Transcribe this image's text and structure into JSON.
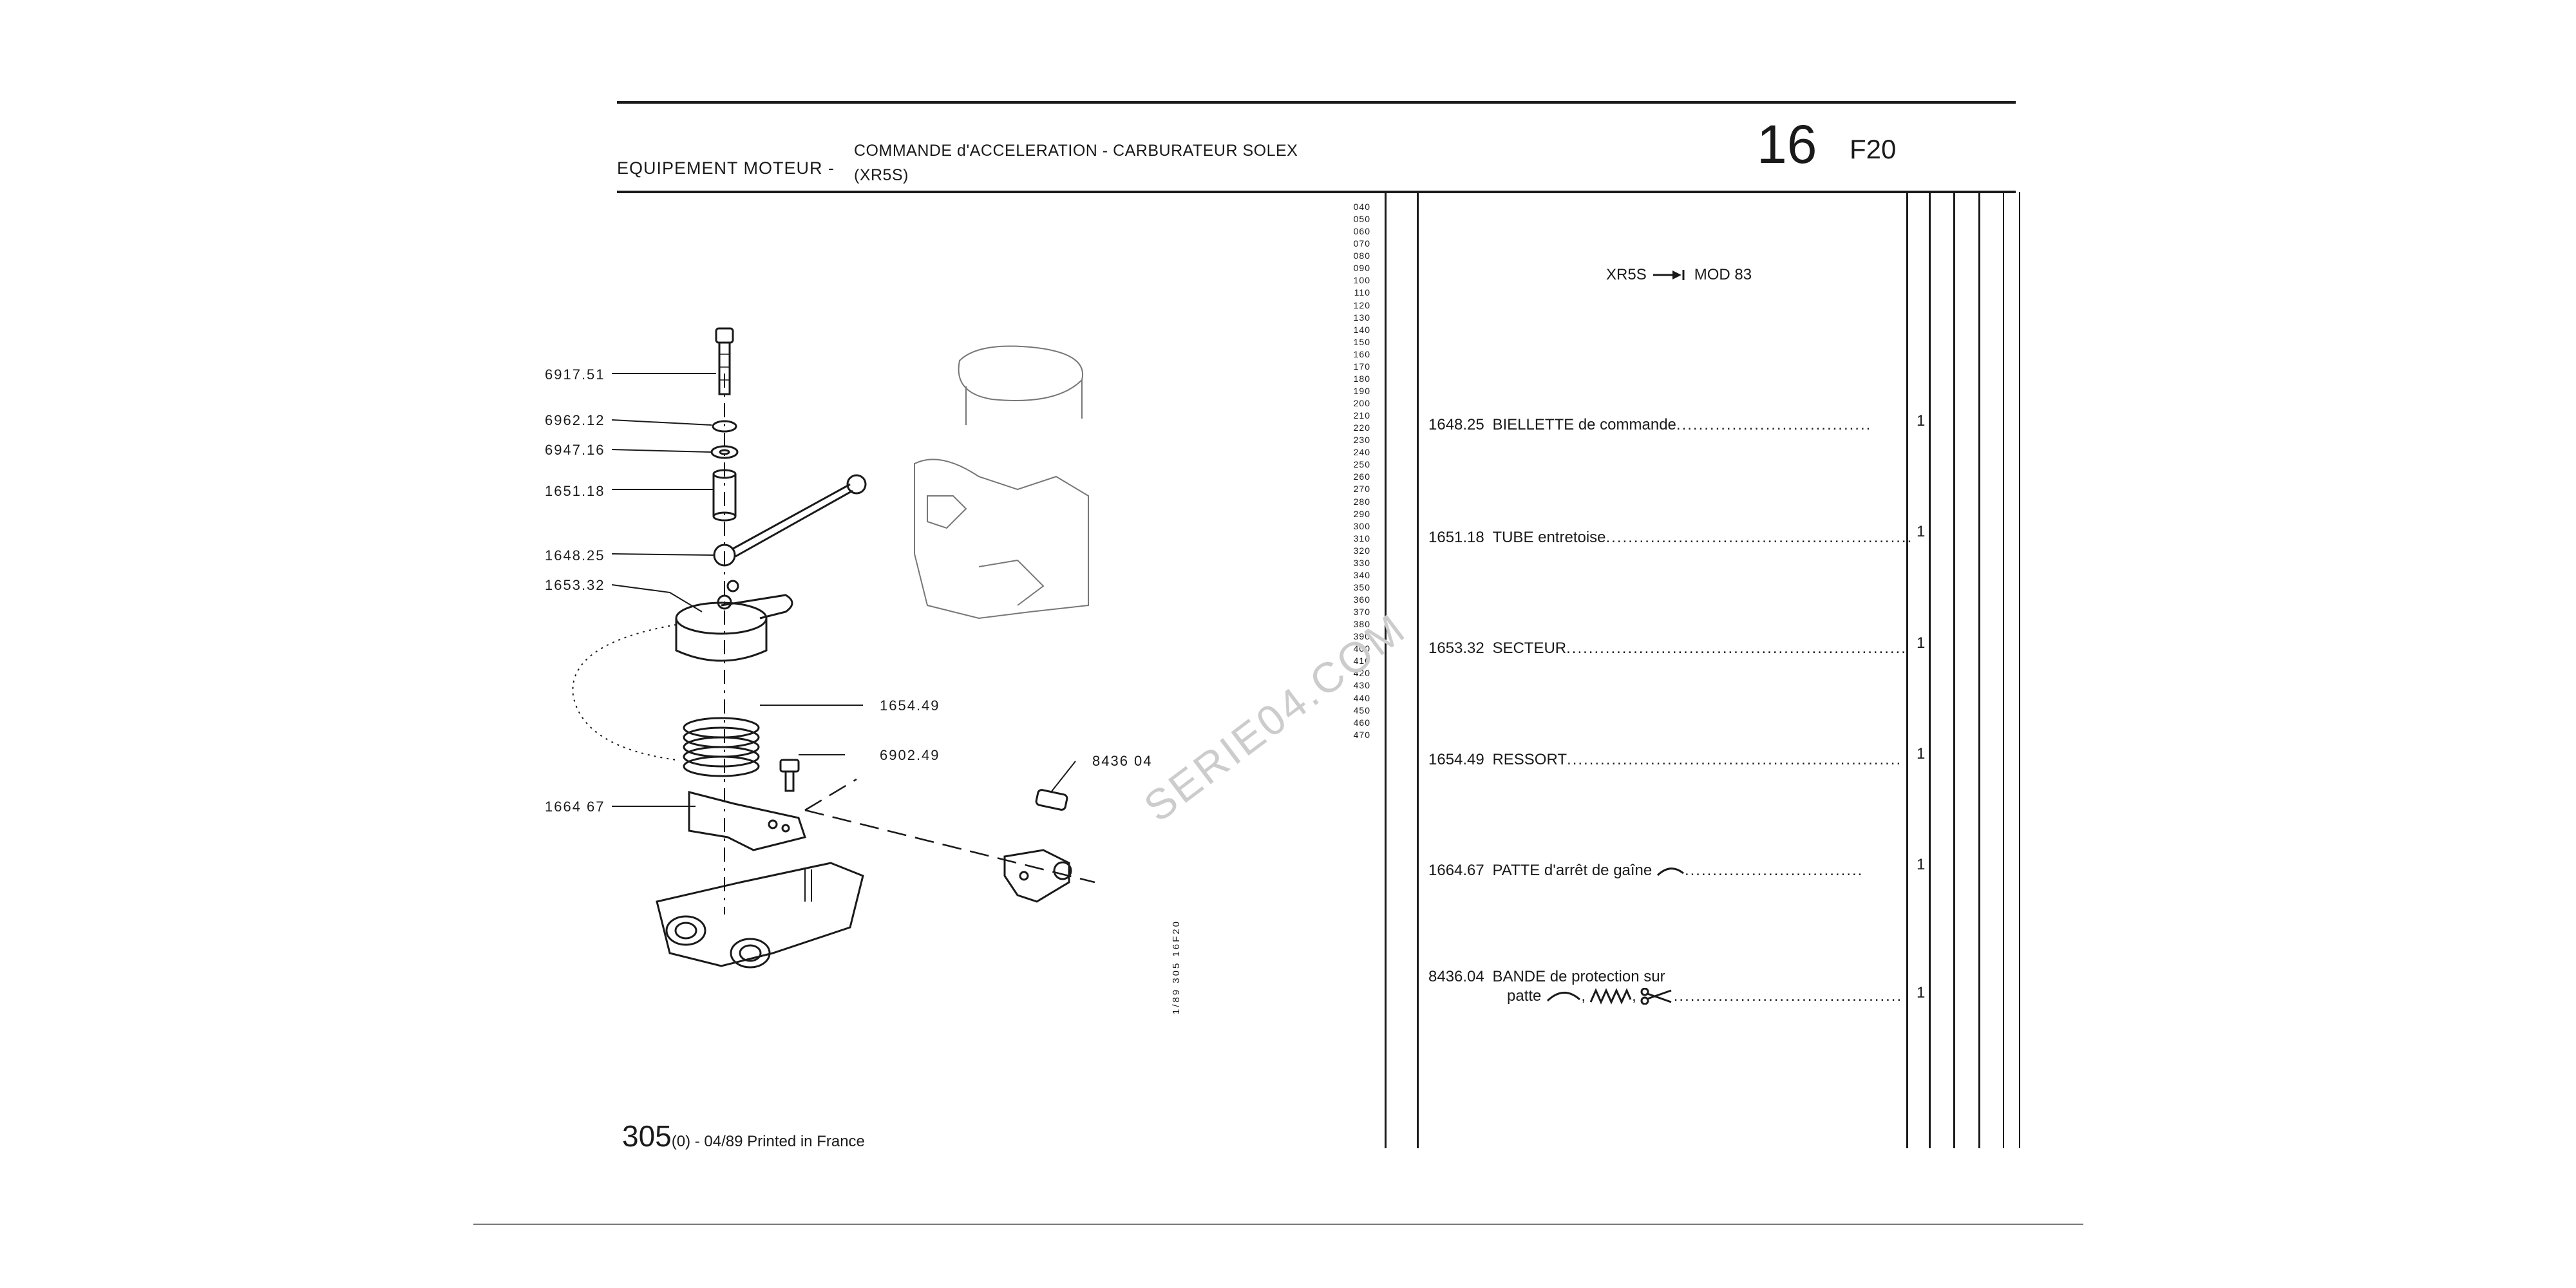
{
  "header": {
    "section": "EQUIPEMENT MOTEUR -",
    "subtitle_line1": "COMMANDE d'ACCELERATION - CARBURATEUR SOLEX",
    "subtitle_line2": "(XR5S)",
    "page_group": "16",
    "page_code": "F20"
  },
  "model_note": {
    "from": "XR5S",
    "to": "MOD 83"
  },
  "line_numbers": [
    "040",
    "050",
    "060",
    "070",
    "080",
    "090",
    "100",
    "110",
    "120",
    "130",
    "140",
    "150",
    "160",
    "170",
    "180",
    "190",
    "200",
    "210",
    "220",
    "230",
    "240",
    "250",
    "260",
    "270",
    "280",
    "290",
    "300",
    "310",
    "320",
    "330",
    "340",
    "350",
    "360",
    "370",
    "380",
    "390",
    "400",
    "410",
    "420",
    "430",
    "440",
    "450",
    "460",
    "470"
  ],
  "parts": [
    {
      "ref": "1648.25",
      "desc": "BIELLETTE de commande",
      "qty": "1"
    },
    {
      "ref": "1651.18",
      "desc": "TUBE entretoise",
      "qty": "1"
    },
    {
      "ref": "1653.32",
      "desc": "SECTEUR",
      "qty": "1"
    },
    {
      "ref": "1654.49",
      "desc": "RESSORT",
      "qty": "1"
    },
    {
      "ref": "1664.67",
      "desc": "PATTE d'arrêt de gaîne",
      "qty": "1"
    },
    {
      "ref": "8436.04",
      "desc": "BANDE de protection sur",
      "desc2": "patte",
      "qty": "1"
    }
  ],
  "callouts": {
    "c1": "6917.51",
    "c2": "6962.12",
    "c3": "6947.16",
    "c4": "1651.18",
    "c5": "1648.25",
    "c6": "1653.32",
    "c7": "1654.49",
    "c8": "6902.49",
    "c9": "1664 67",
    "c10": "8436 04"
  },
  "vertical_ref": "1/89 305 16F20",
  "watermark": "SERIE04.COM",
  "footer": {
    "page": "305",
    "suffix": "(0) - 04/89 Printed in France"
  }
}
